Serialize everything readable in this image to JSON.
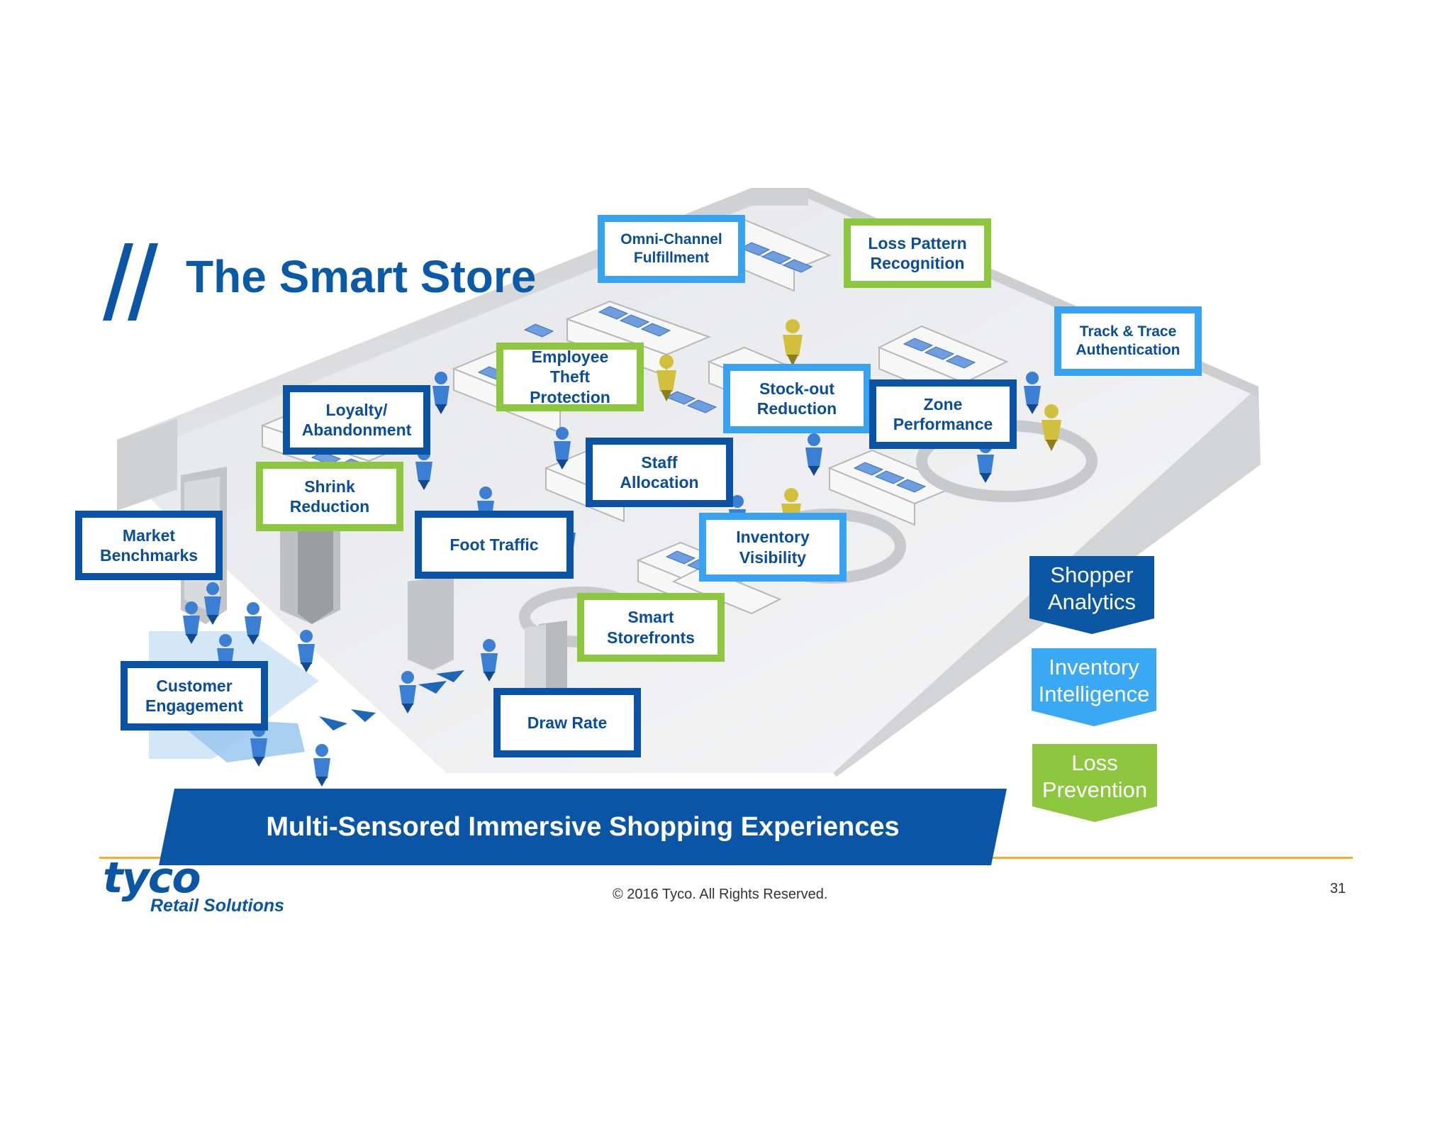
{
  "slide": {
    "title": "The Smart Store",
    "banner": "Multi-Sensored Immersive Shopping Experiences",
    "copyright": "© 2016 Tyco. All Rights Reserved.",
    "page_number": "31"
  },
  "logo": {
    "wordmark": "tyco",
    "subtitle": "Retail Solutions"
  },
  "colors": {
    "shopper_analytics": "#0b57a4",
    "inventory_intelligence": "#3aa8f2",
    "loss_prevention": "#8dc63f",
    "title_blue": "#0a5aa8",
    "rule_gold": "#f2b319"
  },
  "callouts": [
    {
      "key": "omni-channel-fulfillment",
      "label": "Omni-Channel\nFulfillment",
      "category": "inventory_intelligence"
    },
    {
      "key": "loss-pattern-recognition",
      "label": "Loss Pattern\nRecognition",
      "category": "loss_prevention"
    },
    {
      "key": "track-trace-authentication",
      "label": "Track & Trace\nAuthentication",
      "category": "inventory_intelligence"
    },
    {
      "key": "employee-theft-protection",
      "label": "Employee\nTheft\nProtection",
      "category": "loss_prevention"
    },
    {
      "key": "stock-out-reduction",
      "label": "Stock-out\nReduction",
      "category": "inventory_intelligence"
    },
    {
      "key": "zone-performance",
      "label": "Zone\nPerformance",
      "category": "shopper_analytics"
    },
    {
      "key": "loyalty-abandonment",
      "label": "Loyalty/\nAbandonment",
      "category": "shopper_analytics"
    },
    {
      "key": "staff-allocation",
      "label": "Staff\nAllocation",
      "category": "shopper_analytics"
    },
    {
      "key": "shrink-reduction",
      "label": "Shrink\nReduction",
      "category": "loss_prevention"
    },
    {
      "key": "market-benchmarks",
      "label": "Market\nBenchmarks",
      "category": "shopper_analytics"
    },
    {
      "key": "foot-traffic",
      "label": "Foot Traffic",
      "category": "shopper_analytics"
    },
    {
      "key": "inventory-visibility",
      "label": "Inventory\nVisibility",
      "category": "inventory_intelligence"
    },
    {
      "key": "smart-storefronts",
      "label": "Smart\nStorefronts",
      "category": "loss_prevention"
    },
    {
      "key": "customer-engagement",
      "label": "Customer\nEngagement",
      "category": "shopper_analytics"
    },
    {
      "key": "draw-rate",
      "label": "Draw Rate",
      "category": "shopper_analytics"
    }
  ],
  "legend": [
    {
      "key": "shopper-analytics",
      "label": "Shopper\nAnalytics"
    },
    {
      "key": "inventory-intelligence",
      "label": "Inventory\nIntelligence"
    },
    {
      "key": "loss-prevention",
      "label": "Loss\nPrevention"
    }
  ]
}
